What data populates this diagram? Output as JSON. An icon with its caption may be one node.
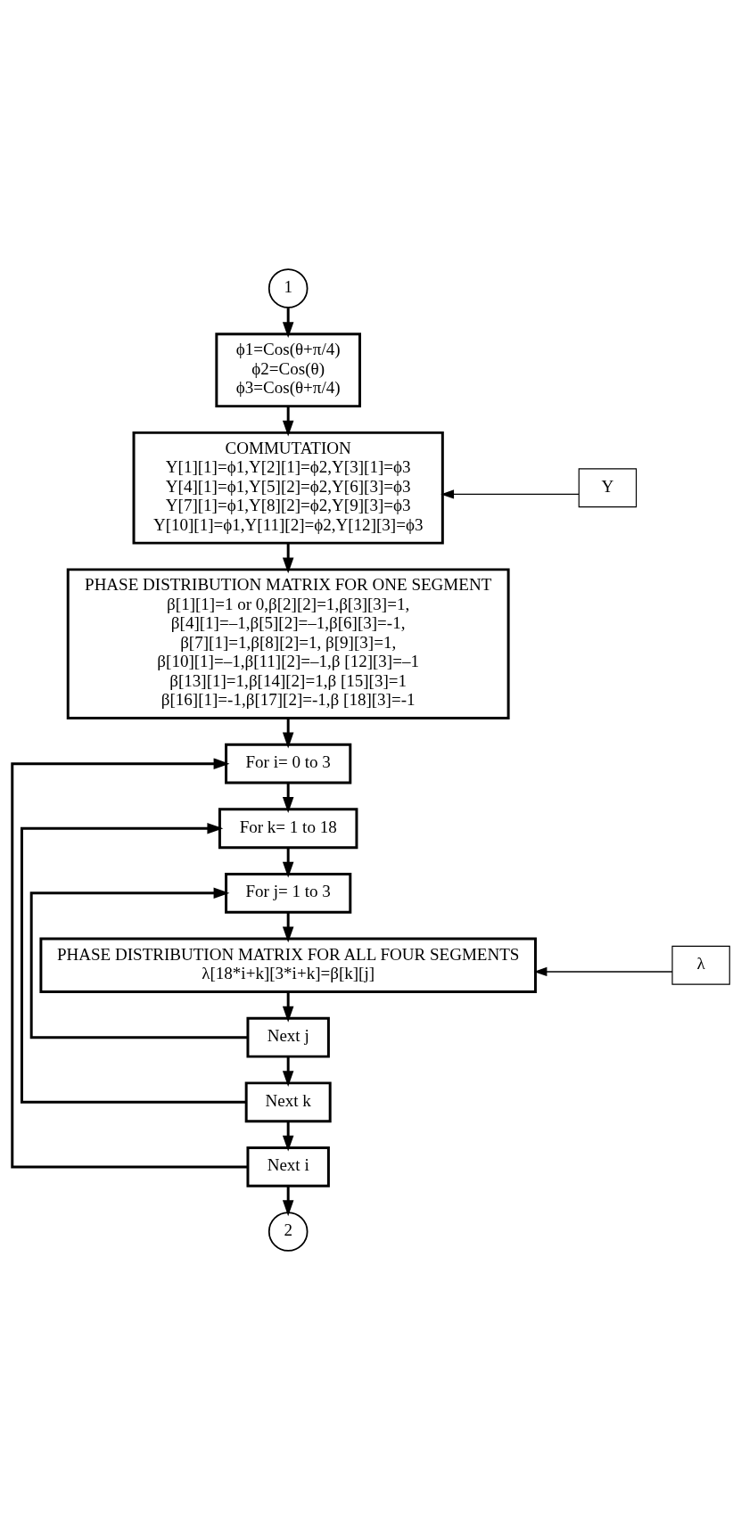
{
  "diagram": {
    "nodes": [
      {
        "text": [
          "1"
        ]
      },
      {
        "text": [
          "ϕ1=Cos(θ+π/4)",
          "ϕ2=Cos(θ)",
          "ϕ3=Cos(θ+π/4)"
        ]
      },
      {
        "text": [
          "COMMUTATION",
          "Y[1][1]=ϕ1,Y[2][1]=ϕ2,Y[3][1]=ϕ3",
          "Y[4][1]=ϕ1,Y[5][2]=ϕ2,Y[6][3]=ϕ3",
          "Y[7][1]=ϕ1,Y[8][2]=ϕ2,Y[9][3]=ϕ3",
          "Y[10][1]=ϕ1,Y[11][2]=ϕ2,Y[12][3]=ϕ3"
        ]
      },
      {
        "text": [
          "Y"
        ]
      },
      {
        "text": [
          "PHASE DISTRIBUTION MATRIX FOR ONE SEGMENT",
          "β[1][1]=1 or 0,β[2][2]=1,β[3][3]=1,",
          "β[4][1]=–1,β[5][2]=–1,β[6][3]=-1,",
          "β[7][1]=1,β[8][2]=1, β[9][3]=1,",
          "β[10][1]=–1,β[11][2]=–1,β [12][3]=–1",
          "β[13][1]=1,β[14][2]=1,β [15][3]=1",
          "β[16][1]=-1,β[17][2]=-1,β [18][3]=-1"
        ]
      },
      {
        "text": [
          "For i= 0 to 3"
        ]
      },
      {
        "text": [
          "For k= 1 to 18"
        ]
      },
      {
        "text": [
          "For j= 1 to 3"
        ]
      },
      {
        "text": [
          "PHASE DISTRIBUTION MATRIX FOR ALL FOUR SEGMENTS",
          "λ[18*i+k][3*i+k]=β[k][j]"
        ]
      },
      {
        "text": [
          "λ"
        ]
      },
      {
        "text": [
          "Next j"
        ]
      },
      {
        "text": [
          "Next k"
        ]
      },
      {
        "text": [
          "Next i"
        ]
      },
      {
        "text": [
          "2"
        ]
      }
    ],
    "edges": [
      {
        "from": 0,
        "to": 1,
        "arrow": "to"
      },
      {
        "from": 1,
        "to": 2,
        "arrow": "to"
      },
      {
        "from": 3,
        "to": 2,
        "arrow": "to"
      },
      {
        "from": 2,
        "to": 4,
        "arrow": "to"
      },
      {
        "from": 4,
        "to": 5,
        "arrow": "to"
      },
      {
        "from": 5,
        "to": 6,
        "arrow": "to"
      },
      {
        "from": 6,
        "to": 7,
        "arrow": "to"
      },
      {
        "from": 7,
        "to": 8,
        "arrow": "to"
      },
      {
        "from": 9,
        "to": 8,
        "arrow": "to"
      },
      {
        "from": 8,
        "to": 10,
        "arrow": "to"
      },
      {
        "from": 10,
        "to": 7,
        "arrow": "to"
      },
      {
        "from": 10,
        "to": 11,
        "arrow": "to"
      },
      {
        "from": 11,
        "to": 6,
        "arrow": "to"
      },
      {
        "from": 11,
        "to": 12,
        "arrow": "to"
      },
      {
        "from": 12,
        "to": 5,
        "arrow": "to"
      },
      {
        "from": 12,
        "to": 13,
        "arrow": "to"
      }
    ]
  }
}
